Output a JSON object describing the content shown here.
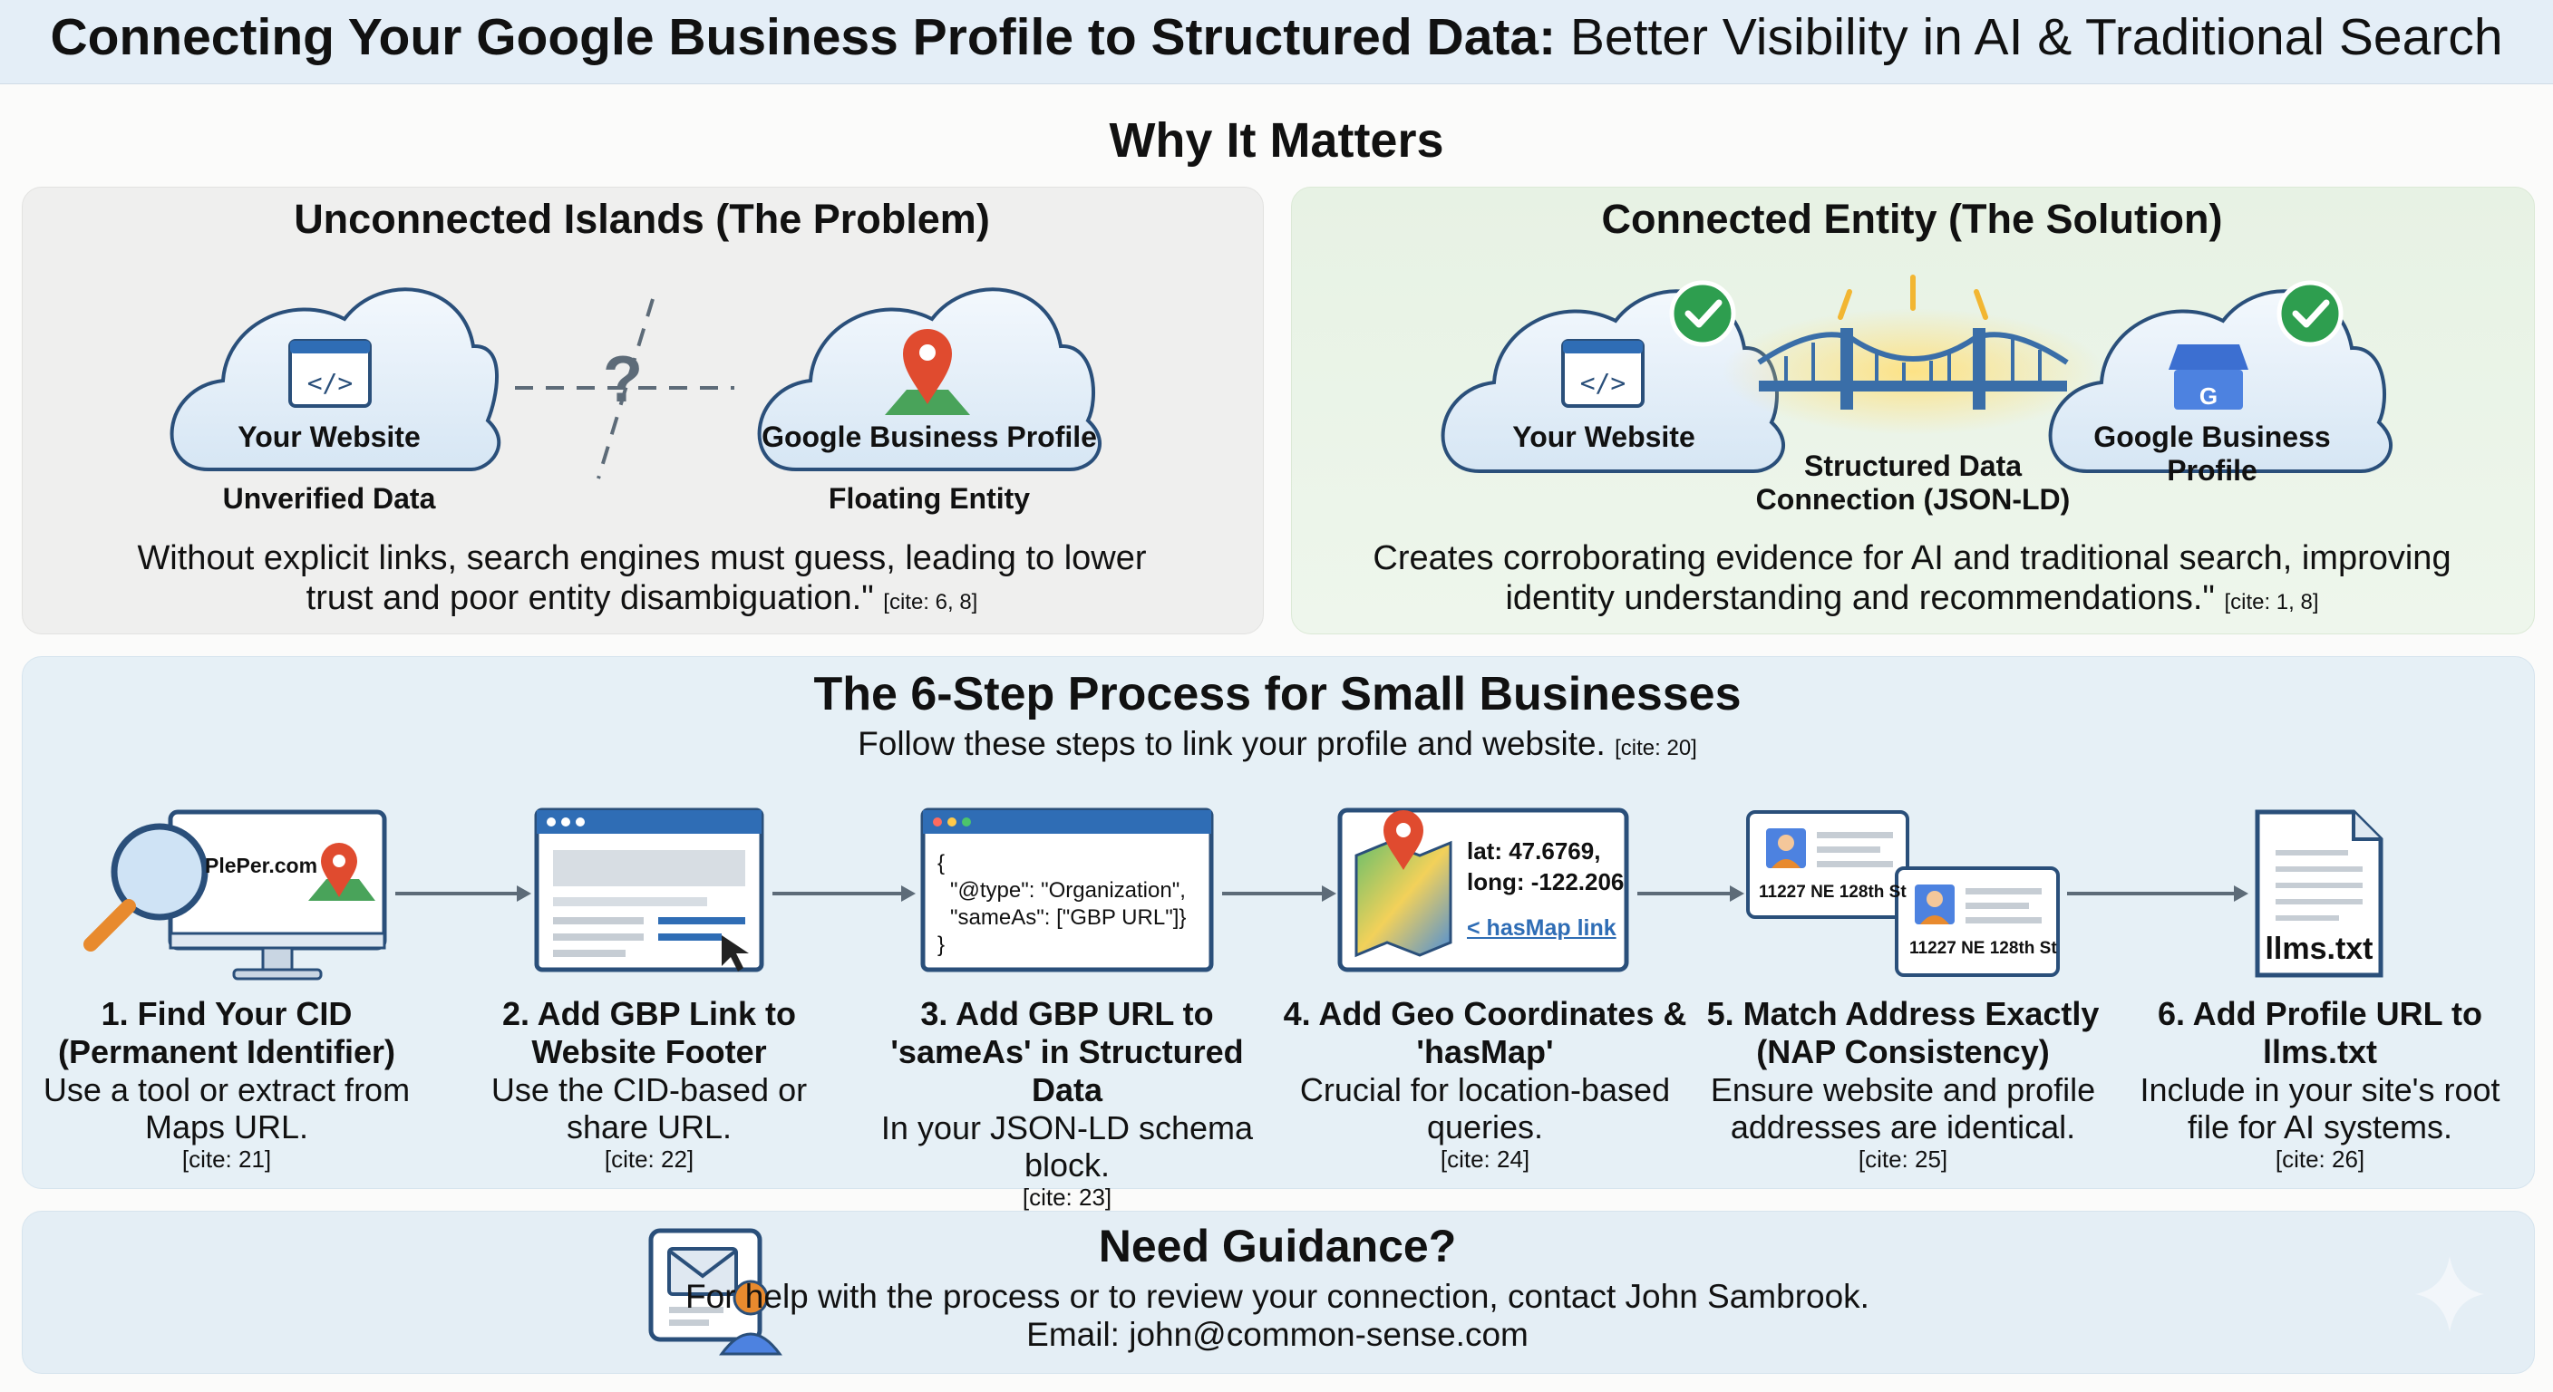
{
  "header": {
    "title_bold": "Connecting Your Google Business Profile to Structured Data:",
    "title_rest": " Better Visibility in AI & Traditional Search"
  },
  "why": {
    "heading": "Why It Matters"
  },
  "problem": {
    "title": "Unconnected Islands (The Problem)",
    "website_label": "Your Website",
    "website_caption": "Unverified Data",
    "gbp_label": "Google Business Profile",
    "gbp_caption": "Floating Entity",
    "question_mark": "?",
    "desc_line1": "Without explicit links, search engines must guess, leading to lower",
    "desc_line2": "trust and poor entity disambiguation.\"",
    "cite": "[cite: 6, 8]"
  },
  "solution": {
    "title": "Connected Entity (The Solution)",
    "website_label": "Your Website",
    "gbp_label": "Google Business Profile",
    "bridge_line1": "Structured Data",
    "bridge_line2": "Connection (JSON-LD)",
    "desc_line1": "Creates corroborating evidence for AI and traditional search, improving",
    "desc_line2": "identity understanding and recommendations.\"",
    "cite": "[cite: 1, 8]"
  },
  "process": {
    "title": "The 6-Step Process for Small Businesses",
    "subtitle": "Follow these steps to link your profile and website.",
    "subtitle_cite": "[cite: 20]",
    "steps": [
      {
        "title1": "1. Find Your CID",
        "title2": "(Permanent Identifier)",
        "body1": "Use a tool or extract from",
        "body2": "Maps URL.",
        "cite": "[cite: 21]",
        "icon_text": "PlePer.com"
      },
      {
        "title1": "2. Add GBP Link to",
        "title2": "Website Footer",
        "body1": "Use the CID-based or",
        "body2": "share URL.",
        "cite": "[cite: 22]"
      },
      {
        "title1": "3. Add GBP URL to",
        "title2": "'sameAs' in Structured Data",
        "body1": "In your JSON-LD schema",
        "body2": "block.",
        "cite": "[cite: 23]",
        "code1": "{",
        "code2": "\"@type\": \"Organization\",",
        "code3": "\"sameAs\": [\"GBP URL\"]}",
        "code4": "}"
      },
      {
        "title1": "4. Add Geo Coordinates &",
        "title2": "'hasMap'",
        "body1": "Crucial for location-based",
        "body2": "queries.",
        "cite": "[cite: 24]",
        "lat": "lat: 47.6769,",
        "long": "long: -122.206",
        "link": "< hasMap link"
      },
      {
        "title1": "5. Match Address Exactly",
        "title2": "(NAP Consistency)",
        "body1": "Ensure website and profile",
        "body2": "addresses are identical.",
        "cite": "[cite: 25]",
        "addr1": "11227 NE 128th St",
        "addr2": "11227 NE 128th St"
      },
      {
        "title1": "6. Add Profile URL to",
        "title2": "llms.txt",
        "body1": "Include in your site's root",
        "body2": "file for AI systems.",
        "cite": "[cite: 26]",
        "file": "llms.txt"
      }
    ]
  },
  "guidance": {
    "title": "Need Guidance?",
    "line1": "For help with the process or to review your connection, contact John Sambrook.",
    "line2": "Email: john@common-sense.com"
  },
  "colors": {
    "accent_blue": "#2f6db5",
    "check_green": "#2e9e4f",
    "pin_red": "#e04b2f",
    "bridge_blue": "#3a6ea8"
  }
}
